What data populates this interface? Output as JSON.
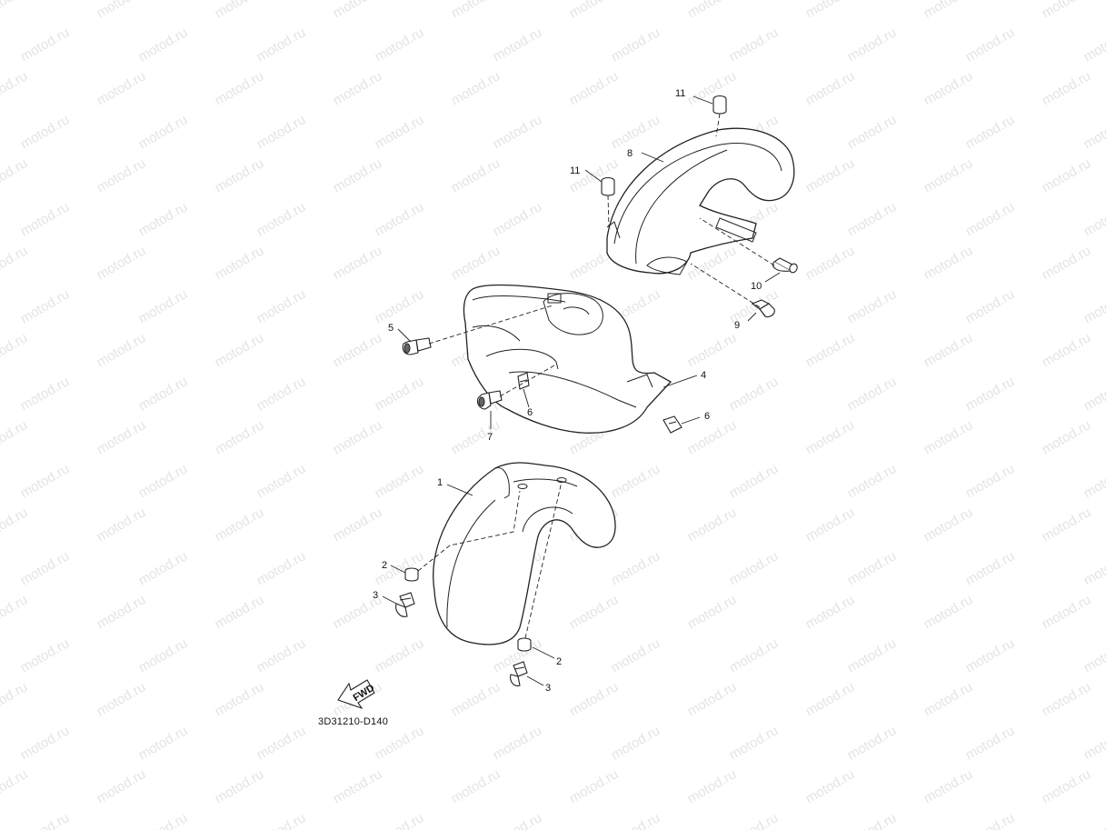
{
  "watermark": "motod.ru",
  "diagram_code": "3D31210-D140",
  "fwd_label": "FWD",
  "callouts": {
    "c1": "1",
    "c2a": "2",
    "c2b": "2",
    "c3a": "3",
    "c3b": "3",
    "c4": "4",
    "c5": "5",
    "c6a": "6",
    "c6b": "6",
    "c7": "7",
    "c8": "8",
    "c9": "9",
    "c10": "10",
    "c11a": "11",
    "c11b": "11"
  }
}
